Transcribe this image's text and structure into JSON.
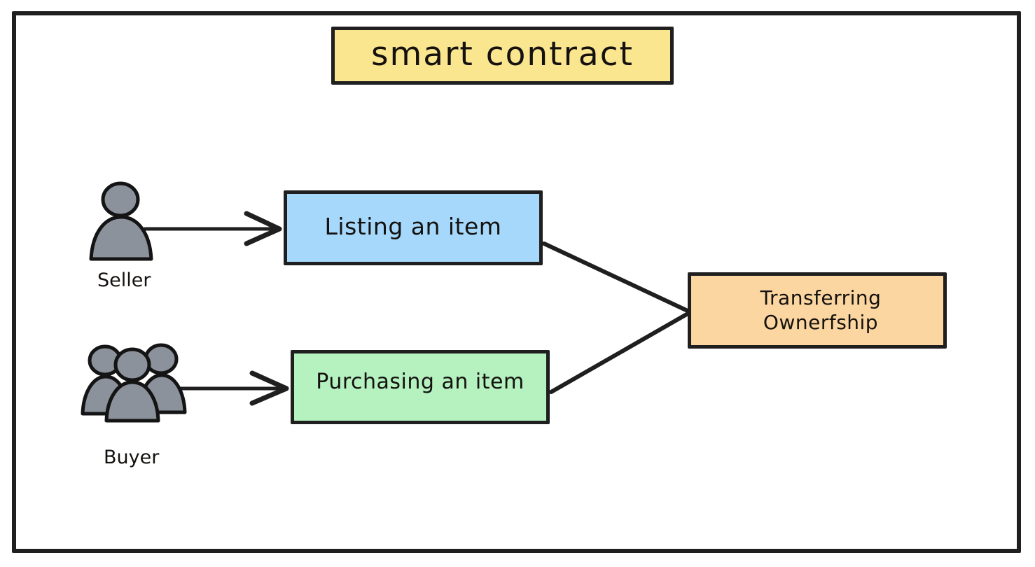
{
  "diagram": {
    "title": "smart contract",
    "frame": {
      "border_color": "#1f1f1f"
    },
    "palette": {
      "title_fill": "#fae68f",
      "listing_fill": "#a5d8fb",
      "purchasing_fill": "#b5f2c0",
      "transfer_fill": "#fcd6a0",
      "stroke": "#1f1f1f",
      "actor_fill": "#8b929b",
      "background": "#ffffff"
    },
    "nodes": {
      "title": {
        "label": "smart contract",
        "fill": "#fae68f"
      },
      "listing": {
        "label": "Listing an item",
        "fill": "#a5d8fb"
      },
      "purchasing": {
        "label": "Purchasing an item",
        "fill": "#b5f2c0"
      },
      "transfer": {
        "label_line1": "Transferring",
        "label_line2": "Ownerfship",
        "fill": "#fcd6a0"
      }
    },
    "actors": {
      "seller": {
        "label": "Seller",
        "icon": "single-person-icon"
      },
      "buyer": {
        "label": "Buyer",
        "icon": "group-of-people-icon"
      }
    },
    "edges": [
      {
        "from": "seller",
        "to": "listing",
        "style": "open-arrow"
      },
      {
        "from": "buyer",
        "to": "purchasing",
        "style": "open-arrow"
      },
      {
        "from": "listing",
        "to": "transfer",
        "style": "line"
      },
      {
        "from": "purchasing",
        "to": "transfer",
        "style": "line"
      }
    ]
  }
}
